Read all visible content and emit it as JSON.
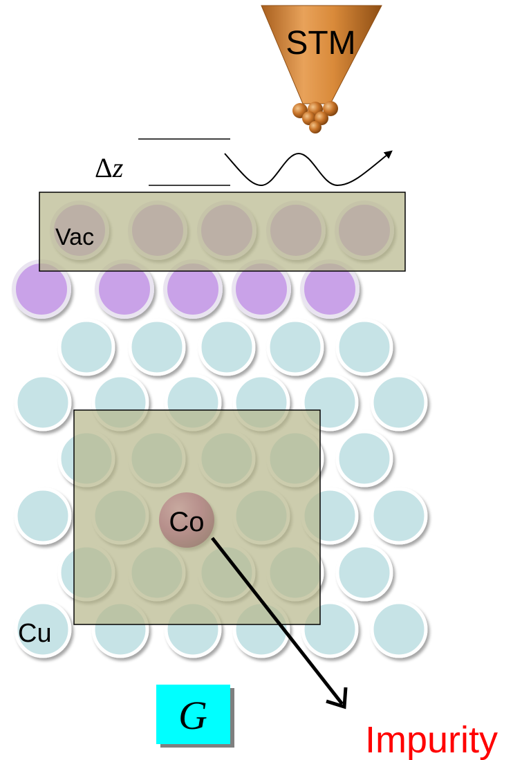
{
  "labels": {
    "stm": "STM",
    "delta_symbol": "Δ",
    "delta_var": "z",
    "vac": "Vac",
    "co": "Co",
    "cu": "Cu",
    "g": "G",
    "impurity": "Impurity"
  },
  "colors": {
    "tip_body": "#d98a3a",
    "tip_dark": "#a85f1e",
    "tip_ball": "#c9752a",
    "vac_atom": "#c9a2e8",
    "vac_atom_rim": "#e9e4f0",
    "cu_atom": "#c6e3e6",
    "cu_atom_rim": "#ffffff",
    "co_atom": "#b8368f",
    "box_fill": "#b7b78a",
    "g_box": "#00ffff",
    "impurity_text": "#ff0000",
    "arrow": "#000000"
  },
  "icons": {
    "tip": "stm-tip-icon",
    "wave": "tunneling-wave-arrow"
  }
}
